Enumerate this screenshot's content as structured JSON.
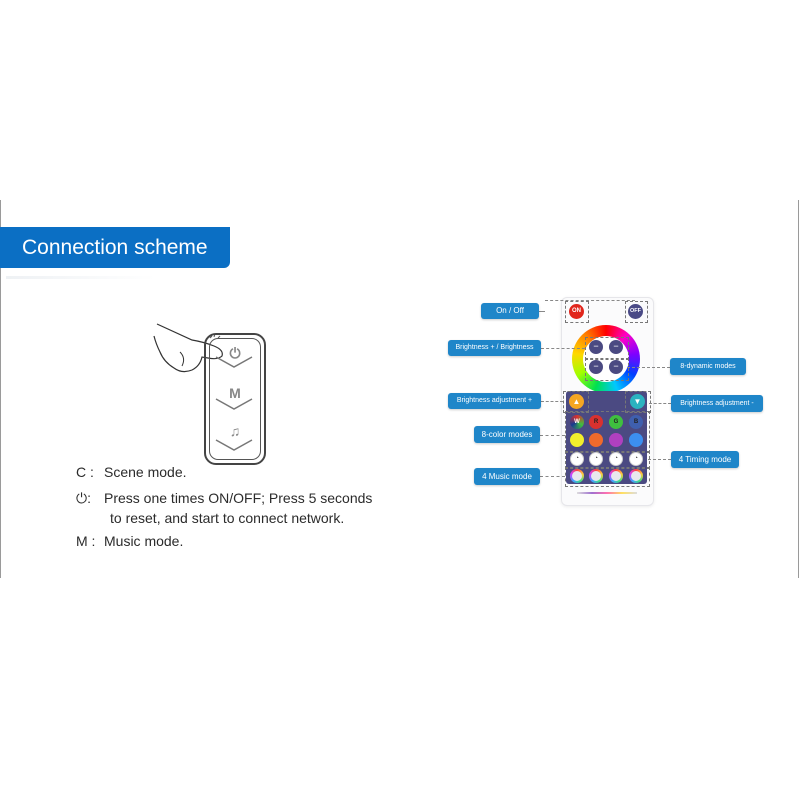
{
  "title": "Connection scheme",
  "device": {
    "buttons": [
      {
        "glyph": "power",
        "symbol": "⏻"
      },
      {
        "glyph": "M",
        "symbol": "M"
      },
      {
        "glyph": "music-note",
        "symbol": "♫"
      }
    ]
  },
  "legend": [
    {
      "key": "C :",
      "text": "Scene mode."
    },
    {
      "key": "⏻:",
      "text": "Press one times ON/OFF; Press 5 seconds",
      "text2": "to reset, and start to connect network."
    },
    {
      "key": "M :",
      "text": "Music mode."
    }
  ],
  "remote": {
    "on_label": "ON",
    "off_label": "OFF",
    "minus_symbol": "−",
    "color_buttons": [
      "W",
      "R",
      "G",
      "B"
    ],
    "colors": {
      "row1": [
        "#1a3a90",
        "#d9312f",
        "#3fbf3f",
        "#3f5fae"
      ],
      "row2": [
        "#f2ef2c",
        "#f06a2c",
        "#b040c0",
        "#3c8ff0"
      ],
      "up_arrow": "#f5a623",
      "down_arrow": "#2bb3c0"
    }
  },
  "callouts": {
    "on_off": "On / Off",
    "brightness_plus_minus": "Brightness + / Brightness",
    "dynamic_modes": "8-dynamic modes",
    "brightness_adj_plus": "Brightness adjustment +",
    "brightness_adj_minus": "Brightness adjustment -",
    "color_modes": "8-color modes",
    "timing_mode": "4 Timing mode",
    "music_mode": "4 Music mode"
  },
  "colors": {
    "brand_blue": "#0b6fc4",
    "callout_blue": "#1f86c9",
    "panel_purple": "#4b4a82"
  }
}
